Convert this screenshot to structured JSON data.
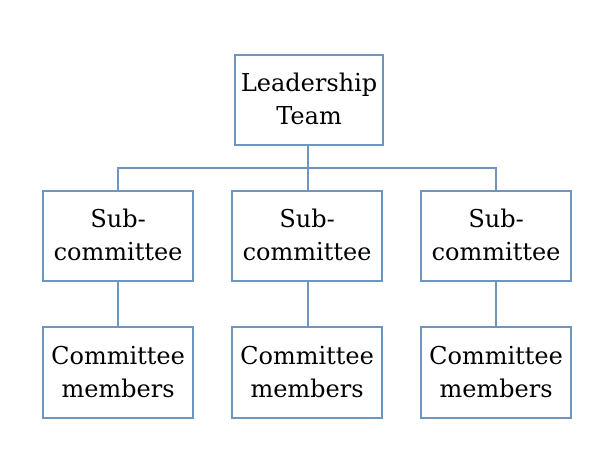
{
  "diagram": {
    "colors": {
      "box_border": "#6f95bf",
      "connector": "#6f95bf",
      "text": "#000000",
      "background": "#ffffff"
    },
    "root": {
      "line1": "Leadership",
      "line2": "Team"
    },
    "subcommittees": [
      {
        "line1": "Sub-",
        "line2": "committee"
      },
      {
        "line1": "Sub-",
        "line2": "committee"
      },
      {
        "line1": "Sub-",
        "line2": "committee"
      }
    ],
    "members": [
      {
        "line1": "Committee",
        "line2": "members"
      },
      {
        "line1": "Committee",
        "line2": "members"
      },
      {
        "line1": "Committee",
        "line2": "members"
      }
    ]
  }
}
